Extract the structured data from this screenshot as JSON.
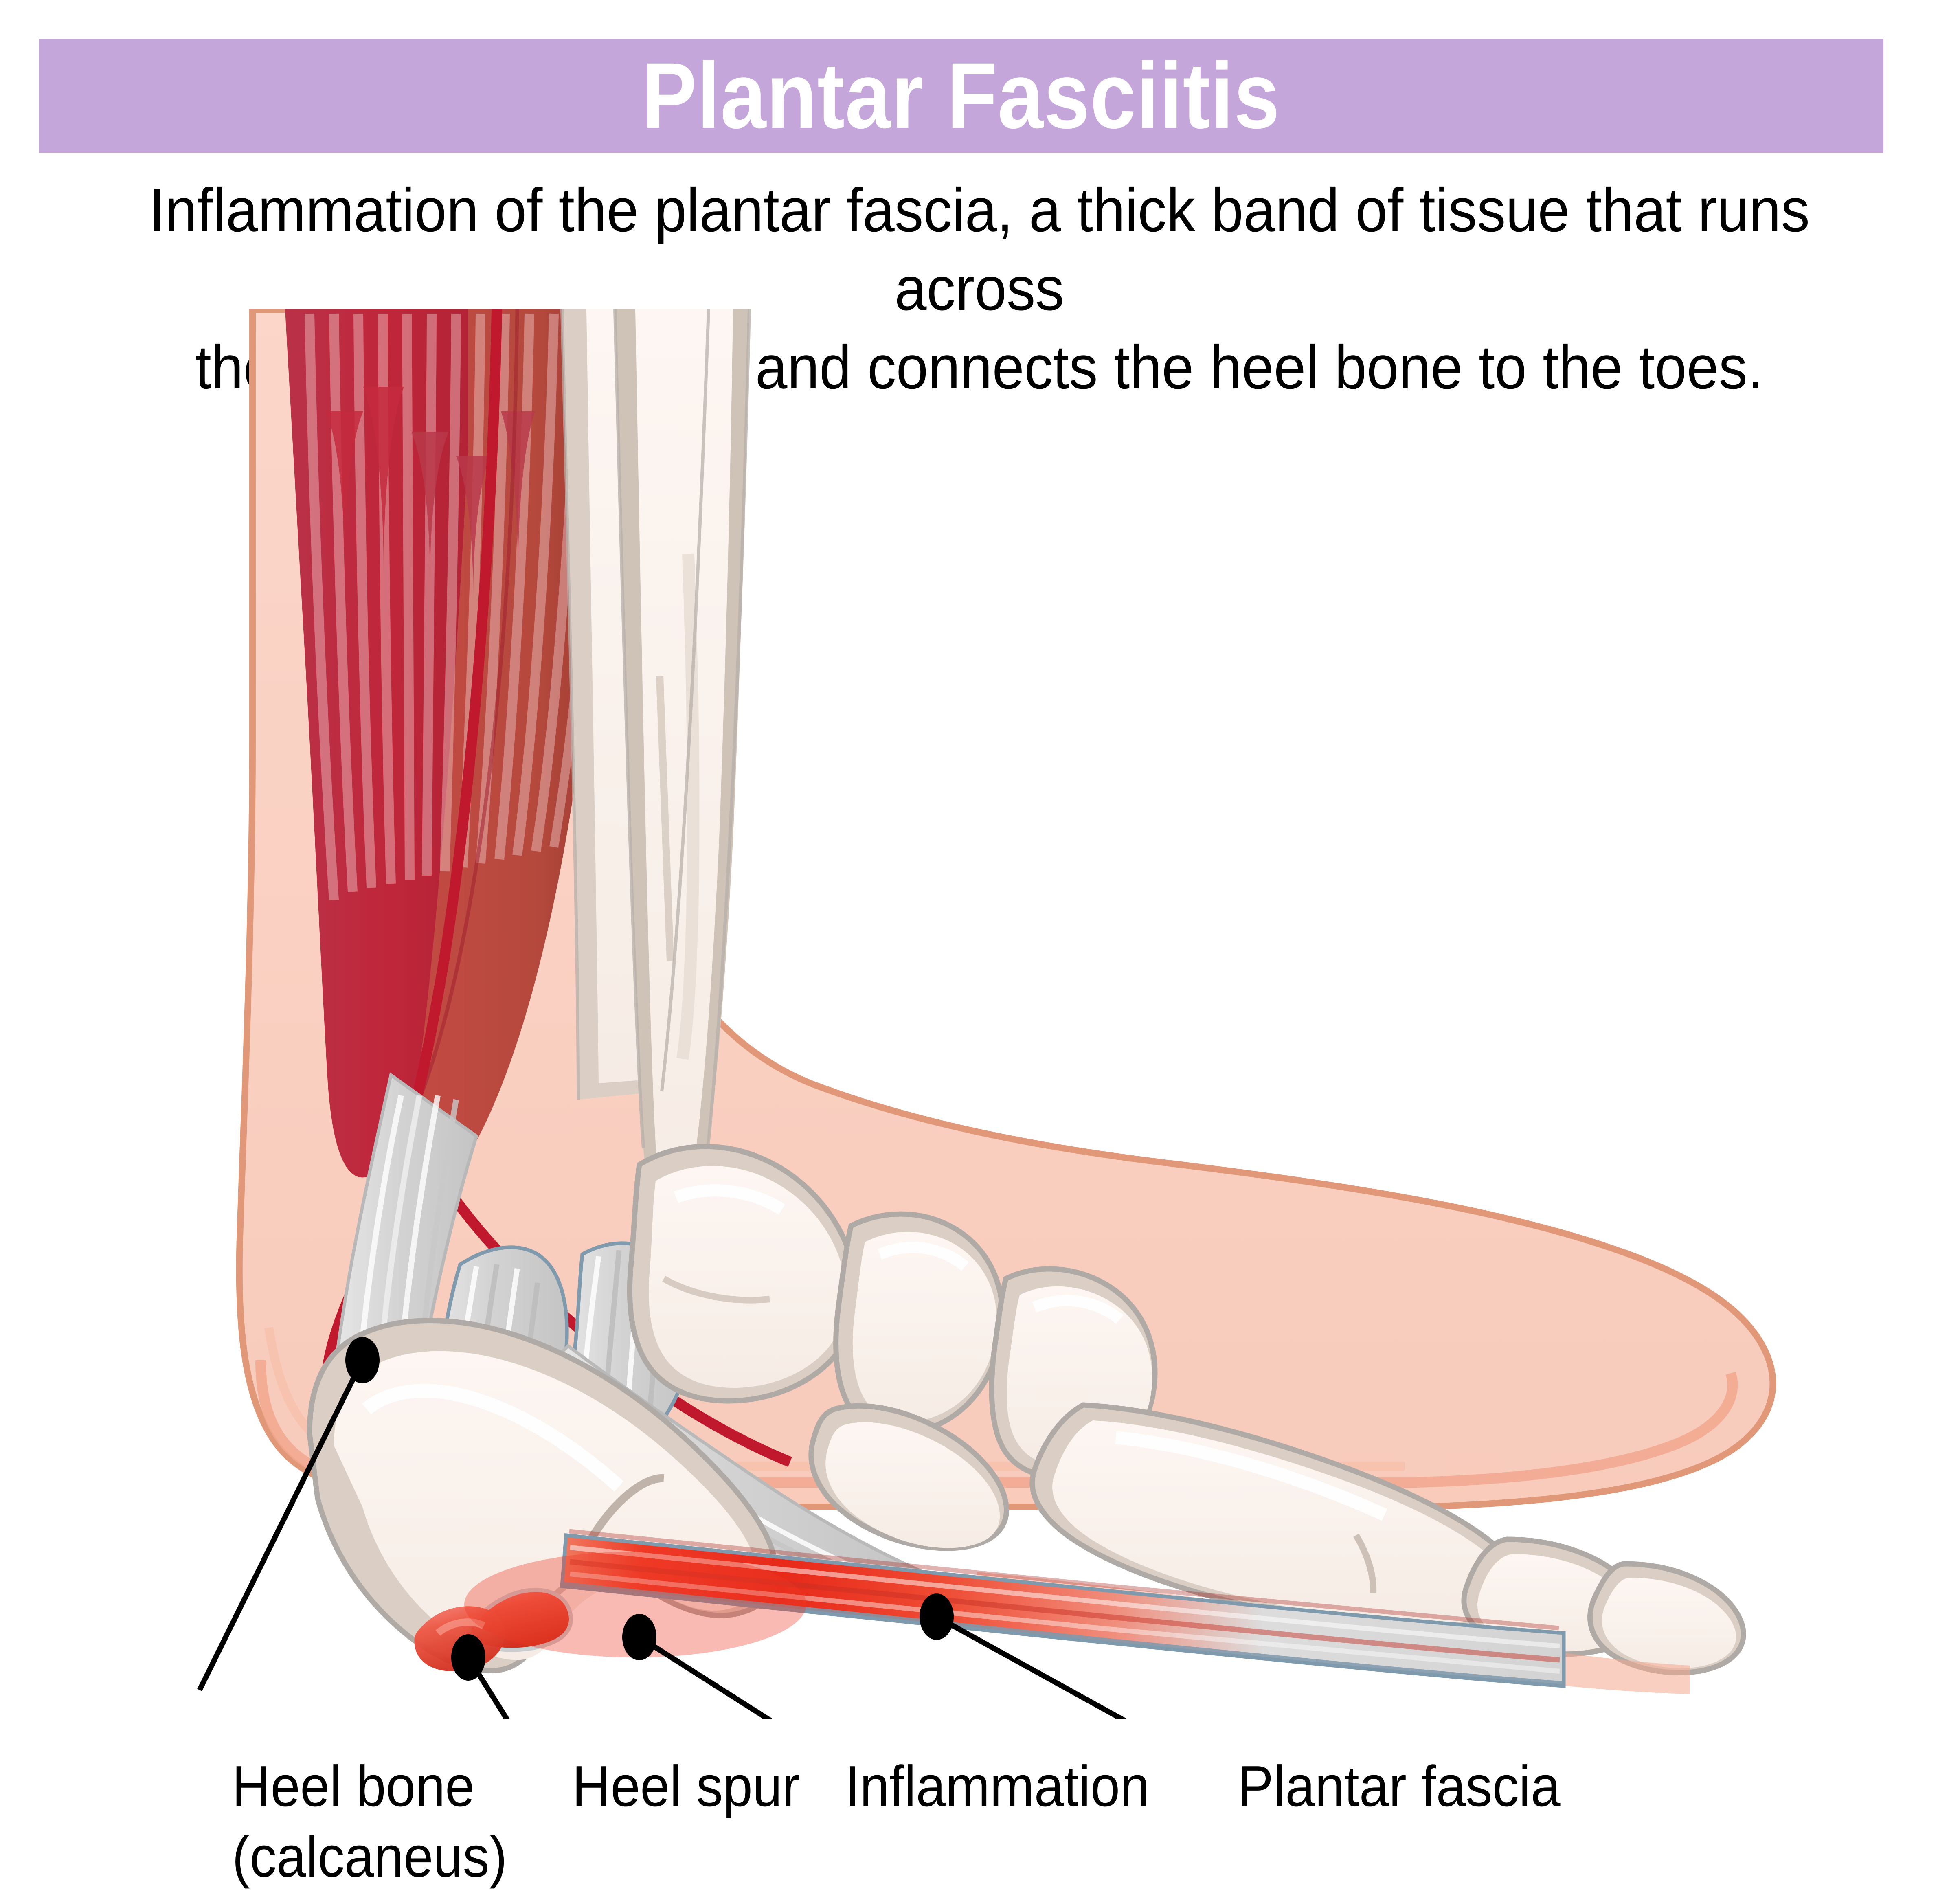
{
  "banner": {
    "title": "Plantar Fasciitis",
    "background_color": "#c4a6da",
    "text_color": "#ffffff"
  },
  "subtitle": {
    "line1": "Inflammation of the plantar fascia, a thick band of tissue that runs across",
    "line2": "the bottom of the foot and connects the heel bone to the toes."
  },
  "labels": [
    {
      "id": "heel-bone",
      "line1": "Heel bone",
      "line2": "(calcaneus)"
    },
    {
      "id": "heel-spur",
      "line1": "Heel spur",
      "line2": ""
    },
    {
      "id": "inflammation",
      "line1": "Inflammation",
      "line2": ""
    },
    {
      "id": "plantar-fascia",
      "line1": "Plantar fascia",
      "line2": ""
    }
  ],
  "colors": {
    "page_background": "#ffffff",
    "banner_purple": "#c4a6da",
    "skin_fill": "#fad2c5",
    "skin_outline": "#e09878",
    "skin_inner": "#f7c8b8",
    "subcutaneous": "#f4b49c",
    "muscle_dark_red": "#c0263a",
    "muscle_mid_red": "#b5493c",
    "muscle_light": "#e0a8ab",
    "bone_ivory": "#faf0eb",
    "bone_shadow": "#dbcfc5",
    "bone_outline": "#b0aaa6",
    "tendon_grey": "#d6d6d6",
    "tendon_edge": "#7f99ad",
    "vessel_red": "#c0192e",
    "inflamed_red": "#ee3b29",
    "spur_red": "#ee5744",
    "leader_line": "#000000"
  },
  "anatomy": {
    "structures": [
      "gastrocnemius-muscle",
      "achilles-tendon",
      "tibia",
      "fibula",
      "talus",
      "calcaneus",
      "navicular",
      "cuneiform",
      "cuboid",
      "metatarsal",
      "phalanges",
      "plantar-fascia",
      "heel-spur",
      "ankle-ligaments",
      "posterior-tibial-vessel"
    ]
  }
}
